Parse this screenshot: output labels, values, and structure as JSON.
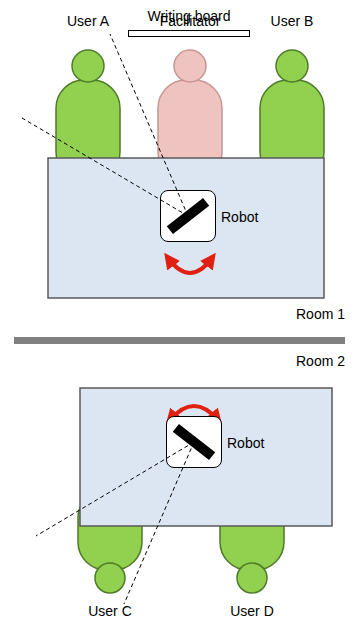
{
  "diagram": {
    "nodes": [
      {
        "text": [
          "Writing board"
        ]
      },
      {
        "text": [
          "User A"
        ]
      },
      {
        "text": [
          "Facilitator"
        ]
      },
      {
        "text": [
          "User B"
        ]
      },
      {
        "text": [
          "Robot"
        ]
      },
      {
        "text": [
          "User C"
        ]
      },
      {
        "text": [
          "User D"
        ]
      },
      {
        "text": [
          "Robot"
        ]
      }
    ],
    "labels": [
      "Room 1",
      "Room 2"
    ]
  }
}
